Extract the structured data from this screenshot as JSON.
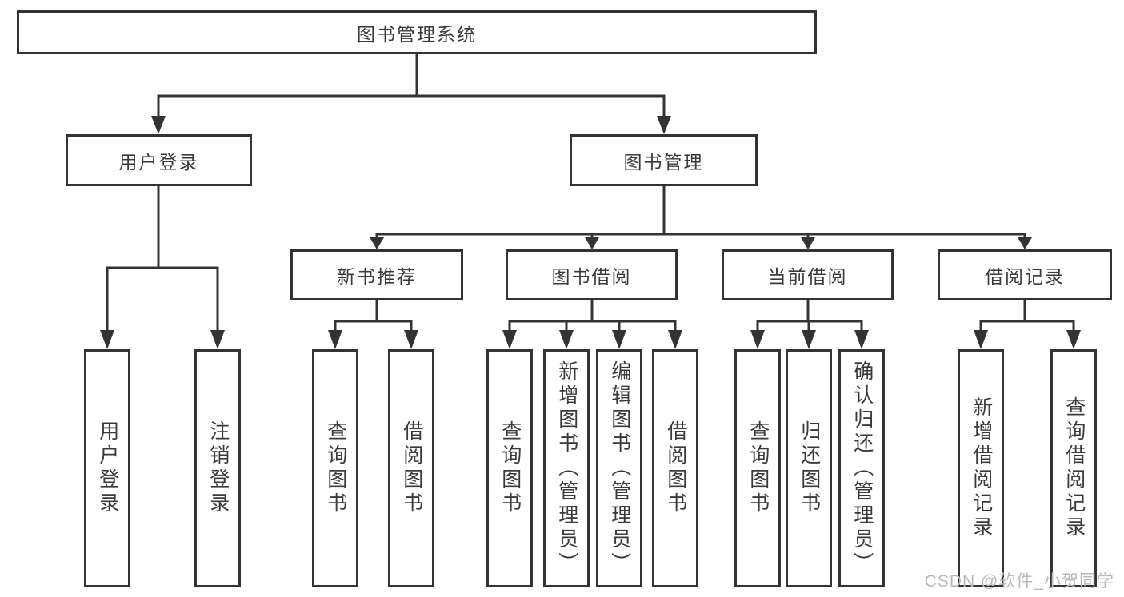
{
  "colors": {
    "line": "#333333",
    "text": "#3a3a3a",
    "background": "#ffffff",
    "watermark": "#b9b9b9"
  },
  "watermark": "CSDN @软件_小贺同学",
  "tree": {
    "label": "图书管理系统",
    "children": [
      {
        "label": "用户登录",
        "children": [
          {
            "label": "用户登录"
          },
          {
            "label": "注销登录"
          }
        ]
      },
      {
        "label": "图书管理",
        "children": [
          {
            "label": "新书推荐",
            "children": [
              {
                "label": "查询图书"
              },
              {
                "label": "借阅图书"
              }
            ]
          },
          {
            "label": "图书借阅",
            "children": [
              {
                "label": "查询图书"
              },
              {
                "label": "新增图书（管理员）"
              },
              {
                "label": "编辑图书（管理员）"
              },
              {
                "label": "借阅图书"
              }
            ]
          },
          {
            "label": "当前借阅",
            "children": [
              {
                "label": "查询图书"
              },
              {
                "label": "归还图书"
              },
              {
                "label": "确认归还（管理员）"
              }
            ]
          },
          {
            "label": "借阅记录",
            "children": [
              {
                "label": "新增借阅记录"
              },
              {
                "label": "查询借阅记录"
              }
            ]
          }
        ]
      }
    ]
  }
}
